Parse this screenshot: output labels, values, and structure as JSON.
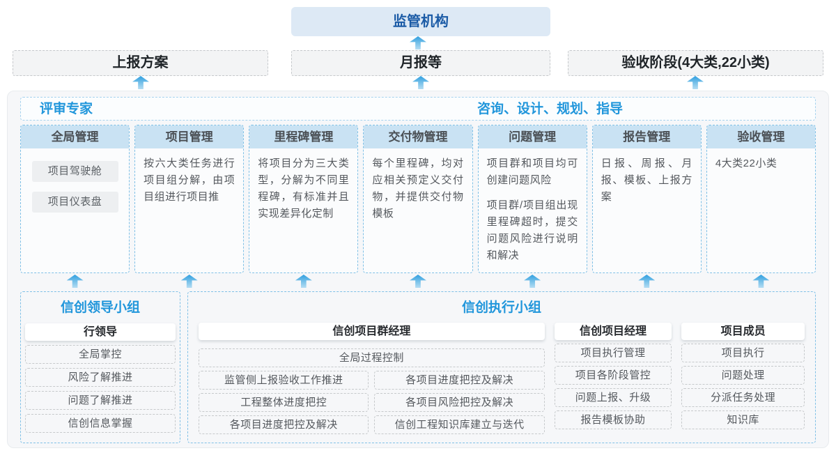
{
  "colors": {
    "accent_blue": "#2196db",
    "dark_blue": "#1b5ba6",
    "arrow_blue": "#2f9fe0",
    "column_header_bg": "#c9e2f3",
    "regulator_bg": "#dde9f5"
  },
  "top": {
    "regulator_label": "监管机构",
    "channels": [
      {
        "label": "上报方案"
      },
      {
        "label": "月报等"
      },
      {
        "label": "验收阶段(4大类,22小类)"
      }
    ]
  },
  "middle": {
    "left_title": "评审专家",
    "right_title": "咨询、设计、规划、指导",
    "columns": [
      {
        "title": "全局管理",
        "pills": [
          "项目驾驶舱",
          "项目仪表盘"
        ]
      },
      {
        "title": "项目管理",
        "paragraphs": [
          "按六大类任务进行项目组分解，由项目组进行项目推"
        ]
      },
      {
        "title": "里程碑管理",
        "paragraphs": [
          "将项目分为三大类型，分解为不同里程碑，有标准并且实现差异化定制"
        ]
      },
      {
        "title": "交付物管理",
        "paragraphs": [
          "每个里程碑，均对应相关预定义交付物，并提供交付物模板"
        ]
      },
      {
        "title": "问题管理",
        "paragraphs": [
          "项目群和项目均可创建问题风险",
          "项目群/项目组出现里程碑超时，提交问题风险进行说明和解决"
        ]
      },
      {
        "title": "报告管理",
        "paragraphs": [
          "日报、周报、月报、模板、上报方案"
        ]
      },
      {
        "title": "验收管理",
        "paragraphs": [
          "4大类22小类"
        ]
      }
    ]
  },
  "bottom": {
    "lead_group": {
      "title": "信创领导小组",
      "role": "行领导",
      "items": [
        "全局掌控",
        "风险了解推进",
        "问题了解推进",
        "信创信息掌握"
      ]
    },
    "exec_group": {
      "title": "信创执行小组",
      "program_manager": {
        "role": "信创项目群经理",
        "full_item": "全局过程控制",
        "left_items": [
          "监管侧上报验收工作推进",
          "工程整体进度把控",
          "各项目进度把控及解决"
        ],
        "right_items": [
          "各项目进度把控及解决",
          "各项目风险把控及解决",
          "信创工程知识库建立与迭代"
        ]
      },
      "project_manager": {
        "role": "信创项目经理",
        "items": [
          "项目执行管理",
          "项目各阶段管控",
          "问题上报、升级",
          "报告模板协助"
        ]
      },
      "member": {
        "role": "项目成员",
        "items": [
          "项目执行",
          "问题处理",
          "分派任务处理",
          "知识库"
        ]
      }
    }
  }
}
